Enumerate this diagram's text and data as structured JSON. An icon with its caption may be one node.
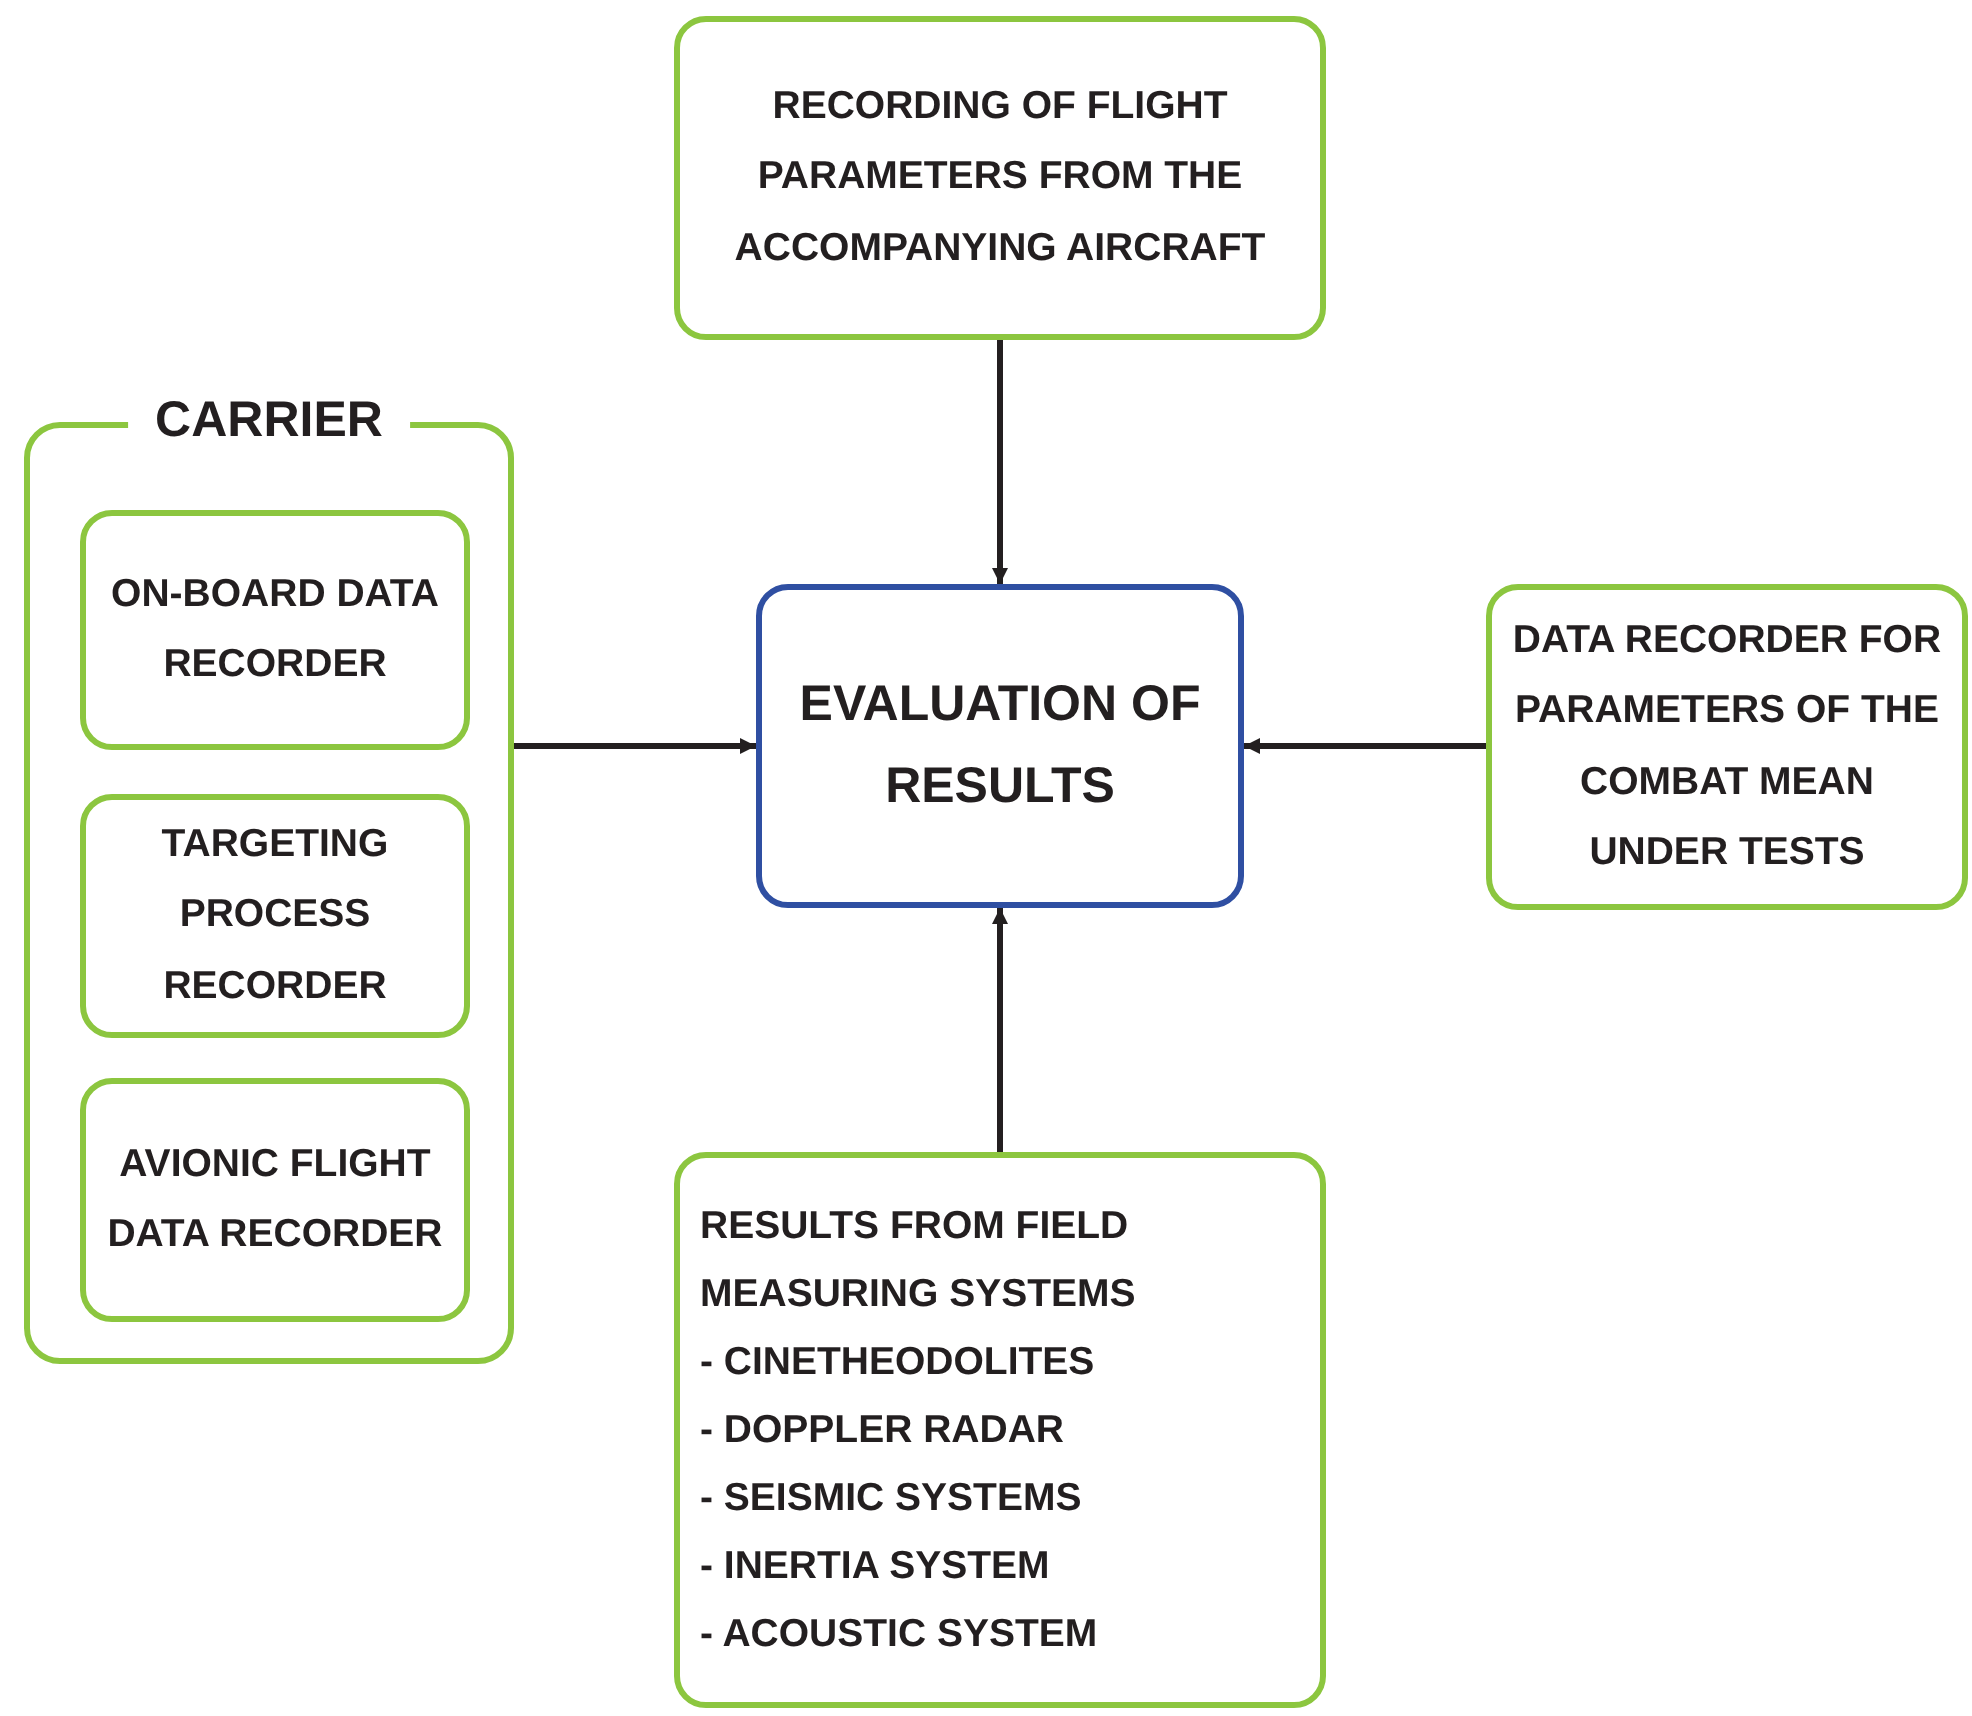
{
  "diagram": {
    "nodes": [
      {
        "text": [
          "RECORDING OF FLIGHT PARAMETERS FROM THE ACCOMPANYING AIRCRAFT"
        ]
      },
      {
        "text": [
          "CARRIER"
        ]
      },
      {
        "text": [
          "ON-BOARD DATA RECORDER"
        ],
        "in": 1
      },
      {
        "text": [
          "TARGETING PROCESS RECORDER"
        ],
        "in": 1
      },
      {
        "text": [
          "AVIONIC FLIGHT DATA RECORDER"
        ],
        "in": 1
      },
      {
        "text": [
          "EVALUATION OF RESULTS"
        ]
      },
      {
        "text": [
          "DATA RECORDER FOR PARAMETERS OF THE COMBAT MEAN UNDER TESTS"
        ]
      },
      {
        "text": [
          "RESULTS FROM FIELD MEASURING SYSTEMS",
          "- CINETHEODOLITES",
          "- DOPPLER RADAR",
          "- SEISMIC SYSTEMS",
          "- INERTIA SYSTEM",
          "- ACOUSTIC SYSTEM"
        ]
      }
    ],
    "edges": [
      {
        "from": 0,
        "to": 5,
        "arrow": "to"
      },
      {
        "from": 1,
        "to": 5,
        "arrow": "to"
      },
      {
        "from": 6,
        "to": 5,
        "arrow": "to"
      },
      {
        "from": 7,
        "to": 5,
        "arrow": "to"
      }
    ]
  }
}
